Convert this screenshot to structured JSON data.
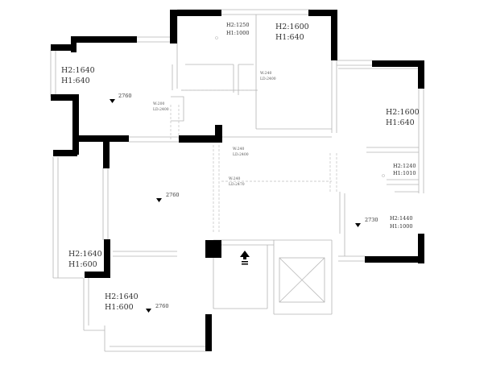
{
  "colors": {
    "wall_solid": "#000000",
    "wall_line": "#b5b5b5",
    "dash_line": "#c0c0c0",
    "text": "#333333",
    "background": "#ffffff"
  },
  "icons": {
    "elevation_marker": "triangle-down",
    "entry_arrow": "arrow-up-with-bars",
    "elevator_shaft": "box-with-cross"
  },
  "dimensions": [
    {
      "id": "d1",
      "h2": "H2:1250",
      "h1": "H1:1000"
    },
    {
      "id": "d2",
      "h2": "H2:1600",
      "h1": "H1:640"
    },
    {
      "id": "d3",
      "h2": "H2:1640",
      "h1": "H1:640"
    },
    {
      "id": "d4",
      "h2": "H2:1600",
      "h1": "H1:640"
    },
    {
      "id": "d5",
      "h2": "H2:1240",
      "h1": "H1:1010"
    },
    {
      "id": "d6",
      "h2": "H2:1440",
      "h1": "H1:1000"
    },
    {
      "id": "d7",
      "h2": "H2:1640",
      "h1": "H1:600"
    },
    {
      "id": "d8",
      "h2": "H2:1640",
      "h1": "H1:600"
    }
  ],
  "door_tags": [
    {
      "id": "t1",
      "w": "W:240",
      "ld": "LD:2400"
    },
    {
      "id": "t2",
      "w": "W:200",
      "ld": "LD:2400"
    },
    {
      "id": "t3",
      "w": "W:240",
      "ld": "LD:2400"
    },
    {
      "id": "t4",
      "w": "W:240",
      "ld": "LD:2470"
    }
  ],
  "elevations": [
    {
      "id": "e1",
      "value": "2760"
    },
    {
      "id": "e2",
      "value": "2760"
    },
    {
      "id": "e3",
      "value": "2730"
    },
    {
      "id": "e4",
      "value": "2760"
    }
  ]
}
